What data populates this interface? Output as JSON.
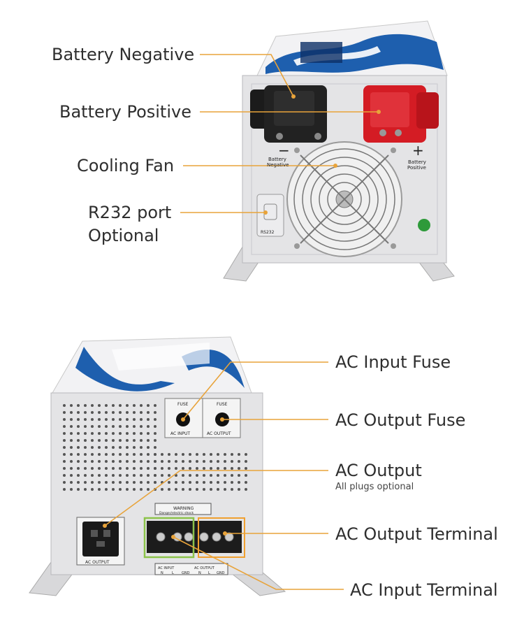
{
  "top_callouts": {
    "battery_negative": "Battery Negative",
    "battery_positive": "Battery Positive",
    "cooling_fan": "Cooling Fan",
    "r232_line1": "R232 port",
    "r232_line2": "Optional"
  },
  "top_panel_text": {
    "neg_sign": "−",
    "pos_sign": "+",
    "neg_label_1": "Battery",
    "neg_label_2": "Negative",
    "pos_label_1": "Battery",
    "pos_label_2": "Positive",
    "rs232": "RS232"
  },
  "bottom_callouts": {
    "ac_input_fuse": "AC Input Fuse",
    "ac_output_fuse": "AC Output Fuse",
    "ac_output": "AC Output",
    "ac_output_sub": "All plugs optional",
    "ac_output_terminal": "AC Output Terminal",
    "ac_input_terminal": "AC Input Terminal"
  },
  "bottom_panel_text": {
    "fuse_left": "FUSE",
    "fuse_right": "FUSE",
    "ac_input": "AC INPUT",
    "ac_output_small": "AC OUTPUT",
    "socket_label": "AC  OUTPUT",
    "warning": "WARNING",
    "warning_sub": "Danger/electric shock",
    "term_in": "AC INPUT",
    "term_out": "AC OUTPUT",
    "n1": "N",
    "l1": "L",
    "gnd1": "GND",
    "n2": "N",
    "l2": "L",
    "gnd2": "GND"
  },
  "colors": {
    "callout_line": "#e8a33a",
    "green_box": "#8cc34a",
    "orange_box": "#f0a030",
    "case": "#e4e4e6",
    "brand_blue": "#1e5fae"
  }
}
